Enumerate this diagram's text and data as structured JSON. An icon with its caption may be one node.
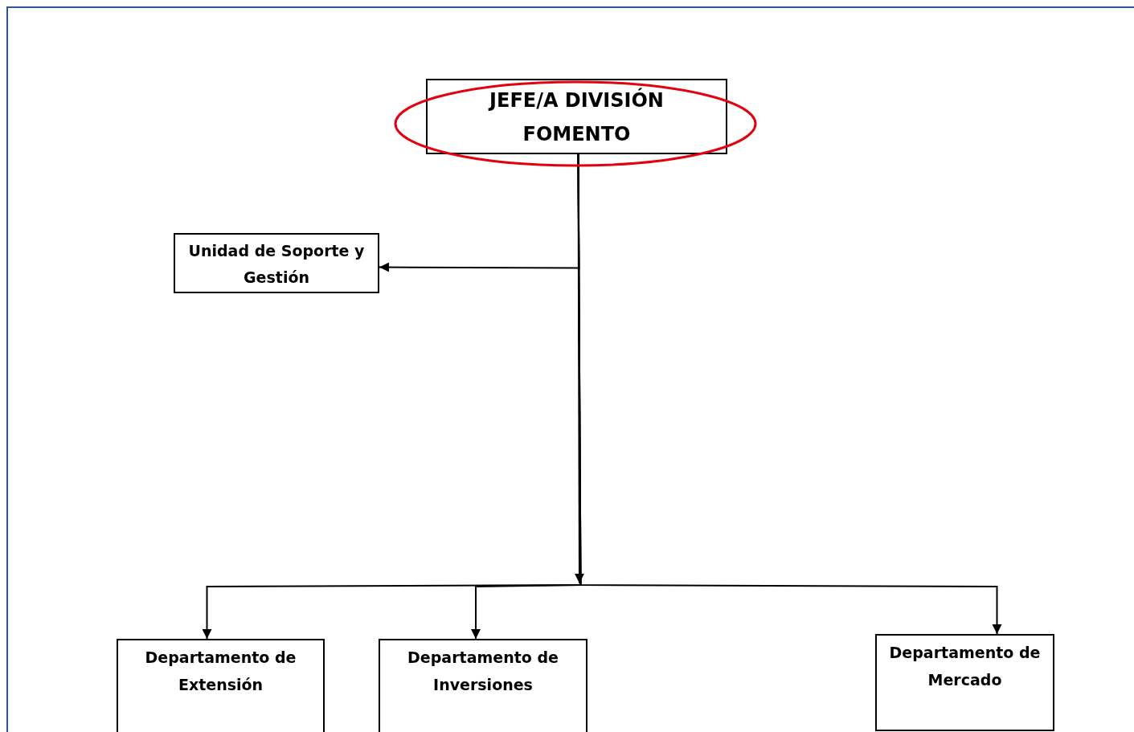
{
  "diagram": {
    "nodes": [
      {
        "text": [
          "JEFE/A DIVISIÓN FOMENTO"
        ]
      },
      {
        "text": [
          "Unidad de Soporte y Gestión"
        ]
      },
      {
        "text": [
          "Departamento de Extensión"
        ]
      },
      {
        "text": [
          "Departamento de Inversiones"
        ]
      },
      {
        "text": [
          "Departamento de Mercado"
        ]
      }
    ],
    "edges": [
      {
        "from": 0,
        "to": 1,
        "arrow": "to"
      },
      {
        "from": 0,
        "to": 2,
        "arrow": "to"
      },
      {
        "from": 0,
        "to": 3,
        "arrow": "to"
      },
      {
        "from": 0,
        "to": 4,
        "arrow": "to"
      }
    ]
  }
}
